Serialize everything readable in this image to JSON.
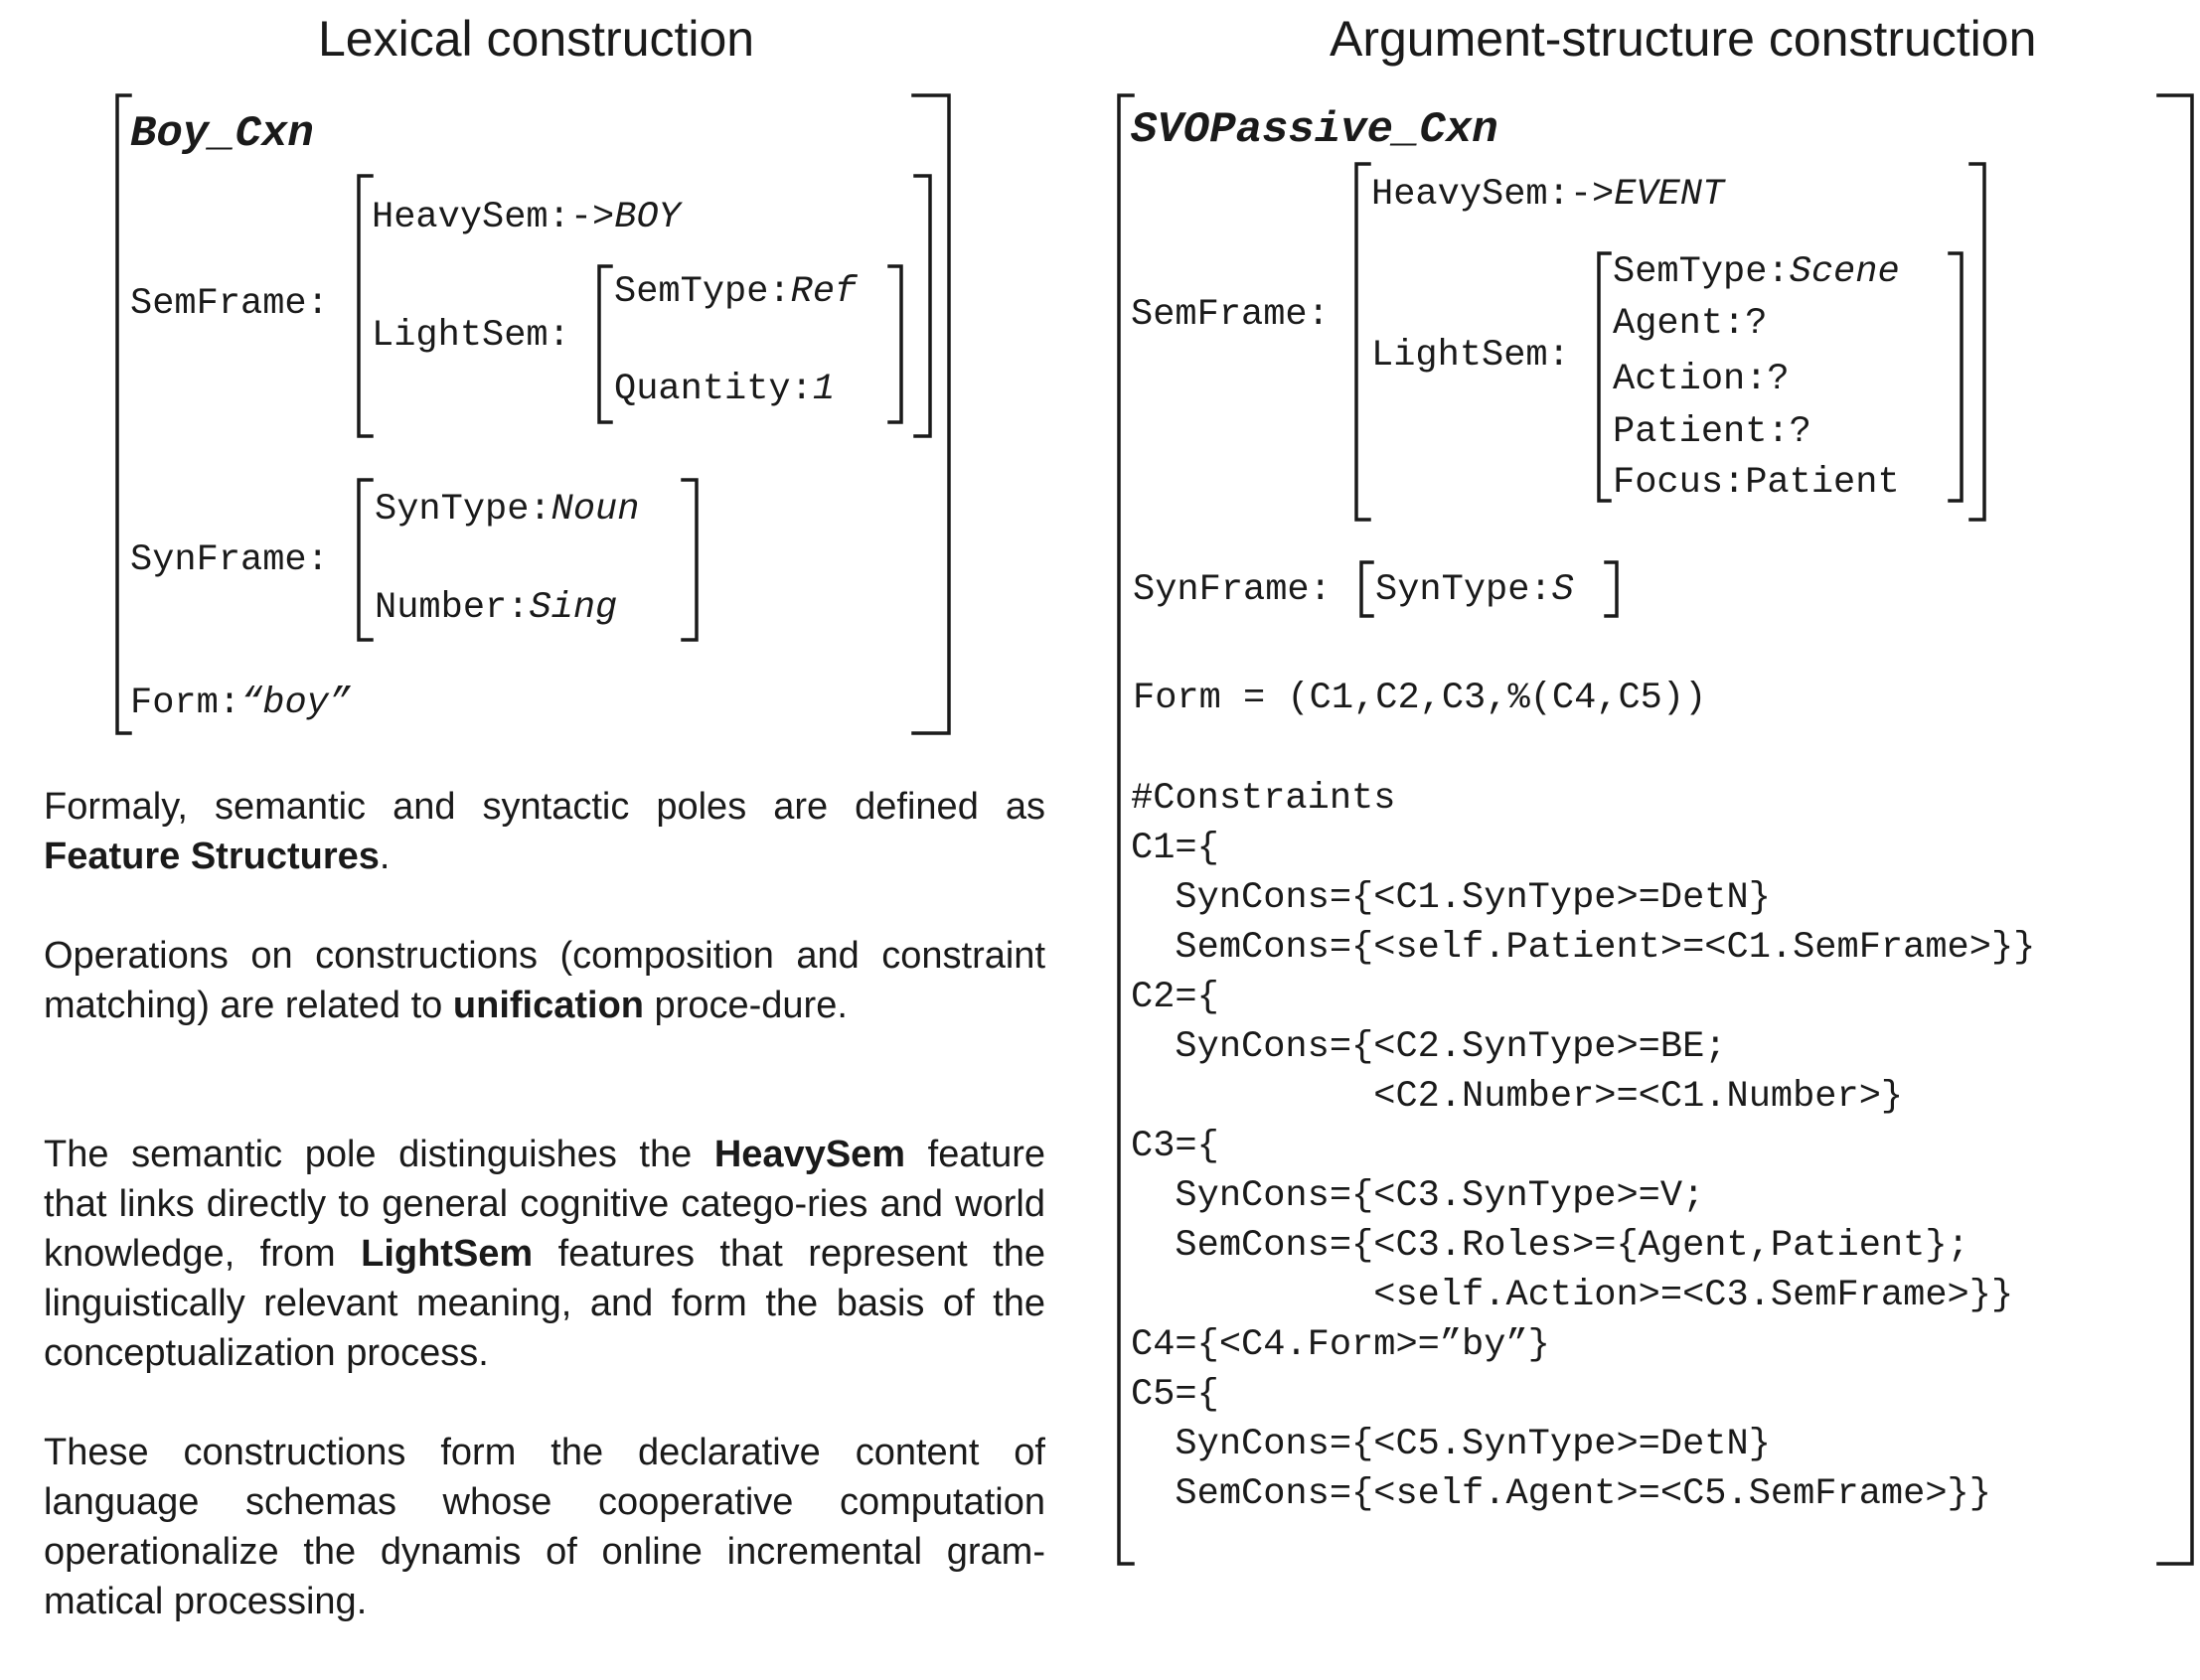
{
  "titles": {
    "left": "Lexical construction",
    "right": "Argument-structure construction"
  },
  "lexical": {
    "name": "Boy_Cxn",
    "semframe_label": "SemFrame:",
    "heavysem_label": "HeavySem:",
    "heavysem_arrow": "->",
    "heavysem_value": "BOY",
    "lightsem_label": "LightSem:",
    "semtype_label": "SemType:",
    "semtype_value": "Ref",
    "quantity_label": "Quantity:",
    "quantity_value": "1",
    "synframe_label": "SynFrame:",
    "syntype_label": "SynType:",
    "syntype_value": "Noun",
    "number_label": "Number:",
    "number_value": "Sing",
    "form_label": "Form:",
    "form_value": "“boy”"
  },
  "argument": {
    "name": "SVOPassive_Cxn",
    "semframe_label": "SemFrame:",
    "heavysem_label": "HeavySem:",
    "heavysem_arrow": "->",
    "heavysem_value": "EVENT",
    "lightsem_label": "LightSem:",
    "semtype_label": "SemType:",
    "semtype_value": "Scene",
    "agent": "Agent:?",
    "action": "Action:?",
    "patient": "Patient:?",
    "focus": "Focus:Patient",
    "synframe_label": "SynFrame:",
    "syntype_label": "SynType:",
    "syntype_value": "S",
    "form_line": "Form = (C1,C2,C3,%(C4,C5))",
    "constraints": [
      "#Constraints",
      "C1={",
      "  SynCons={<C1.SynType>=DetN}",
      "  SemCons={<self.Patient>=<C1.SemFrame>}}",
      "C2={",
      "  SynCons={<C2.SynType>=BE;",
      "           <C2.Number>=<C1.Number>}",
      "C3={",
      "  SynCons={<C3.SynType>=V;",
      "  SemCons={<C3.Roles>={Agent,Patient};",
      "           <self.Action>=<C3.SemFrame>}}",
      "C4={<C4.Form>=”by”}",
      "C5={",
      "  SynCons={<C5.SynType>=DetN}",
      "  SemCons={<self.Agent>=<C5.SemFrame>}}"
    ]
  },
  "paragraphs": {
    "p1_a": "Formaly, semantic and syntactic poles are defined as ",
    "p1_b": "Feature Structures",
    "p1_c": ".",
    "p2_a": "Operations on constructions (composition and constraint matching) are related to ",
    "p2_b": "unification",
    "p2_c": " proce-dure.",
    "p3_a": "The semantic pole distinguishes the ",
    "p3_b": "HeavySem",
    "p3_c": " feature that links directly to general cognitive catego-ries and world knowledge, from ",
    "p3_d": "LightSem",
    "p3_e": " features that represent the linguistically relevant meaning, and form the basis of the conceptualization process.",
    "p4": "These constructions form the declarative content of language schemas whose cooperative computation operationalize the dynamis of online incremental gram-matical processing."
  }
}
